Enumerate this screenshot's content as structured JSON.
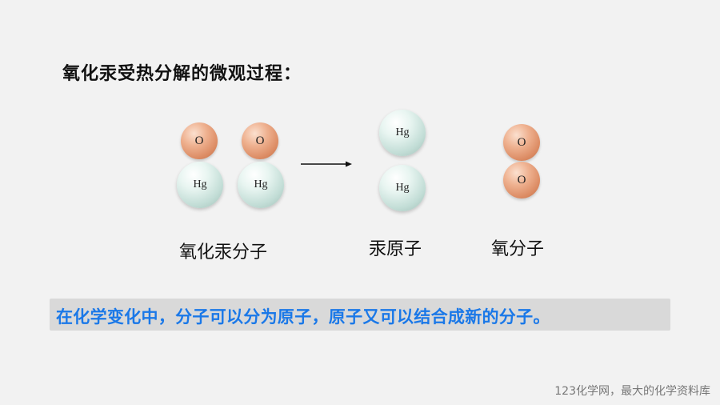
{
  "title": "氧化汞受热分解的微观过程：",
  "atoms": {
    "oxygen_symbol": "O",
    "mercury_symbol": "Hg"
  },
  "labels": {
    "mercuric_oxide_molecule": "氧化汞分子",
    "mercury_atom": "汞原子",
    "oxygen_molecule": "氧分子"
  },
  "banner": {
    "text": "在化学变化中，分子可以分为原子，原子又可以结合成新的分子。"
  },
  "watermark": "123化学网，最大的化学资料库",
  "colors": {
    "banner_text": "#1a78e8",
    "banner_bg": "#d9d9d9",
    "oxygen_atom": "#e9a27c",
    "mercury_atom": "#cfe6df"
  }
}
